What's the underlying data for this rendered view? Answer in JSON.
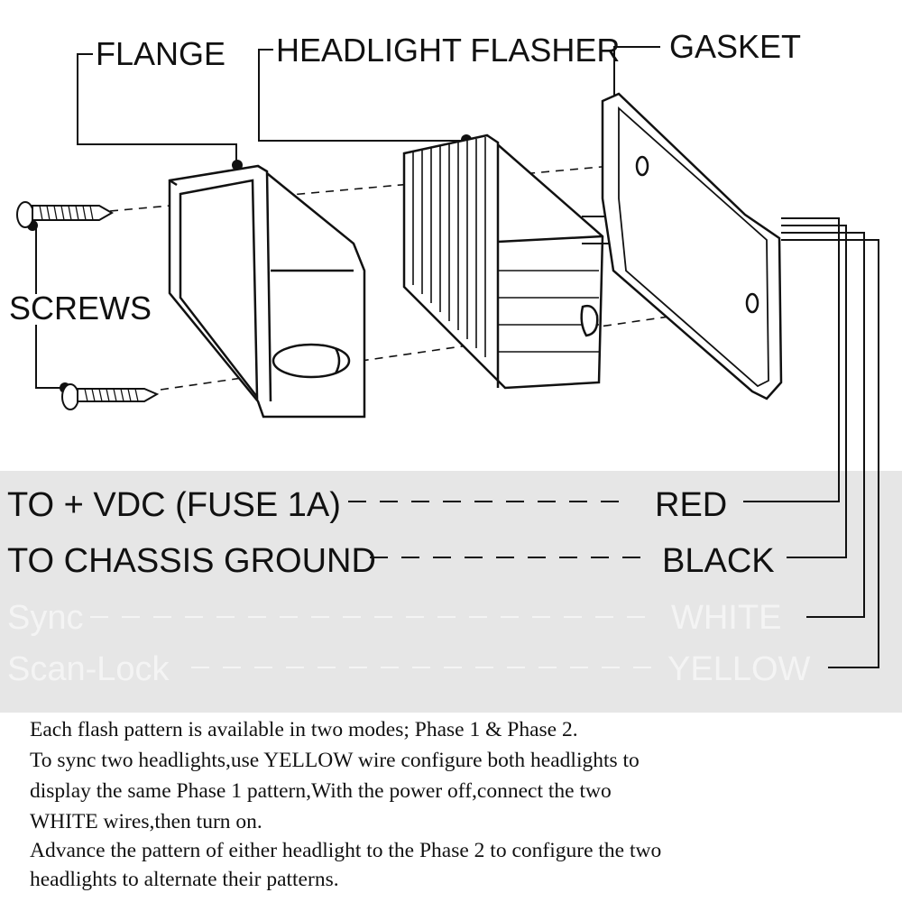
{
  "labels": {
    "flange": "FLANGE",
    "flasher": "HEADLIGHT FLASHER",
    "gasket": "GASKET",
    "screws": "SCREWS"
  },
  "wiring": [
    {
      "label": "TO + VDC (FUSE 1A)",
      "color_name": "RED"
    },
    {
      "label": "TO CHASSIS GROUND",
      "color_name": "BLACK"
    },
    {
      "label": "Sync",
      "color_name": "WHITE"
    },
    {
      "label": "Scan-Lock",
      "color_name": "YELLOW"
    }
  ],
  "notes": [
    "Each flash pattern is available in two modes; Phase 1 & Phase 2.",
    "To  sync two headlights,use YELLOW wire configure both headlights to",
    "display the same Phase 1 pattern,With the power off,connect the two",
    "WHITE wires,then turn on.",
    "Advance the pattern of either headlight to the Phase 2 to configure the two",
    "headlights to alternate their patterns."
  ],
  "colors": {
    "ink": "#111111",
    "panel": "#e6e6e6",
    "faint_text": "#f4f4f4"
  }
}
